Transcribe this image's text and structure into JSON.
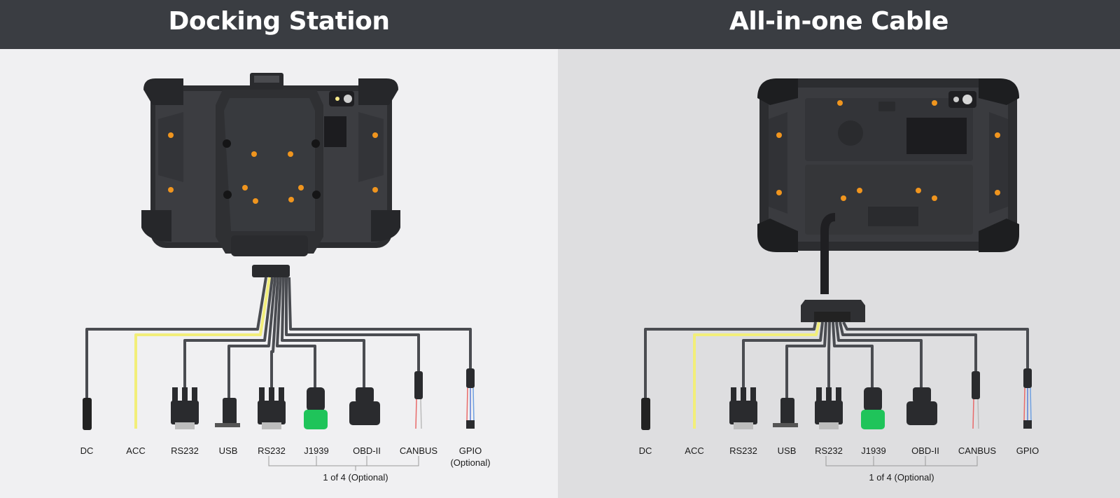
{
  "sections": [
    {
      "title": "Docking Station",
      "connectors": [
        "DC",
        "ACC",
        "RS232",
        "USB",
        "RS232",
        "J1939",
        "OBD-II",
        "CANBUS",
        "GPIO"
      ],
      "gpio_note": "(Optional)",
      "group_label": "1 of 4 (Optional)"
    },
    {
      "title": "All-in-one Cable",
      "connectors": [
        "DC",
        "ACC",
        "RS232",
        "USB",
        "RS232",
        "J1939",
        "OBD-II",
        "CANBUS",
        "GPIO"
      ],
      "group_label": "1 of 4 (Optional)"
    }
  ],
  "colors": {
    "header_bg": "#3a3d42",
    "acc_wire": "#f2ee7a",
    "j1939_green": "#1fc45a",
    "accent_orange": "#f0951e"
  }
}
